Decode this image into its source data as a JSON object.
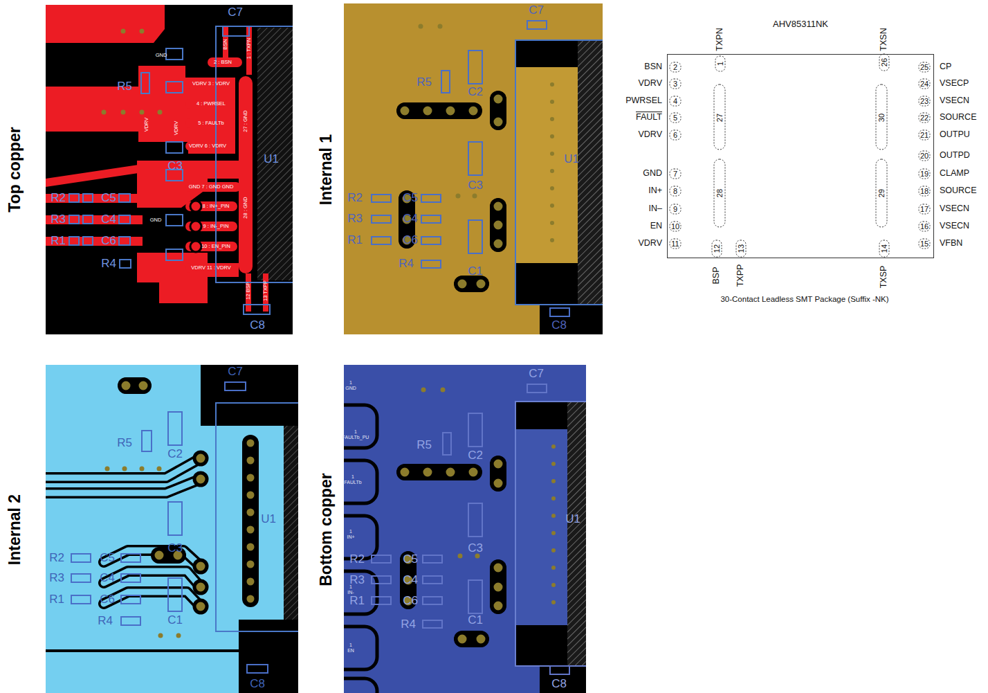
{
  "diagram": {
    "nodes": [
      {
        "text": [
          "AHV85311NK"
        ]
      }
    ],
    "labels": [
      "Top copper",
      "Internal 1",
      "Internal 2",
      "Bottom copper",
      "C7",
      "R5",
      "C3",
      "U1",
      "R2",
      "C5",
      "R3",
      "C4",
      "R1",
      "C6",
      "R4",
      "C8",
      "GND",
      "2 : BSN",
      "BSN",
      "1 : TXPN",
      "VDRV 3 : VDRV",
      "VDRV",
      "VDRV",
      "4 : PWRSEL",
      "5 : FAULTb",
      "VDRV 6 : VDRV",
      "27 : GND",
      "GND 7 : GND GND",
      "GND",
      "8 : IN+_PIN",
      "9 : IN-_PIN",
      "10 : EN_PIN",
      "28 : GND",
      "VDRV 11 : VDRV",
      "12 BSP",
      "13 TXPP",
      "C7",
      "R5",
      "C2",
      "C3",
      "U1",
      "R2",
      "C5",
      "R3",
      "C4",
      "R1",
      "C6",
      "R4",
      "C1",
      "C8",
      "C7",
      "R5",
      "C2",
      "C3",
      "U1",
      "R2",
      "C5",
      "R3",
      "C4",
      "R1",
      "C6",
      "R4",
      "C1",
      "C8",
      "C7",
      "R5",
      "C2",
      "C3",
      "U1",
      "R2",
      "C5",
      "R3",
      "C4",
      "R1",
      "C6",
      "R4",
      "C1",
      "C8",
      "1 GND",
      "1 FAULTb_PU",
      "1 FAULTb",
      "1 IN+",
      "1 IN-",
      "1 EN",
      "TXPN",
      "1",
      "TXSN",
      "26",
      "BSN",
      "2",
      "VDRV",
      "3",
      "PWRSEL",
      "4",
      "FAULT",
      "5",
      "VDRV",
      "6",
      "GND",
      "7",
      "IN+",
      "8",
      "IN–",
      "9",
      "EN",
      "10",
      "VDRV",
      "11",
      "25",
      "CP",
      "24",
      "VSECP",
      "23",
      "VSECN",
      "22",
      "SOURCE",
      "21",
      "OUTPU",
      "20",
      "OUTPD",
      "19",
      "CLAMP",
      "18",
      "SOURCE",
      "17",
      "VSECN",
      "16",
      "VSECN",
      "15",
      "VFBN",
      "27",
      "28",
      "30",
      "29",
      "12",
      "BSP",
      "13",
      "TXPP",
      "14",
      "TXSP",
      "30-Contact Leadless SMT Package (Suffix -NK)"
    ]
  }
}
